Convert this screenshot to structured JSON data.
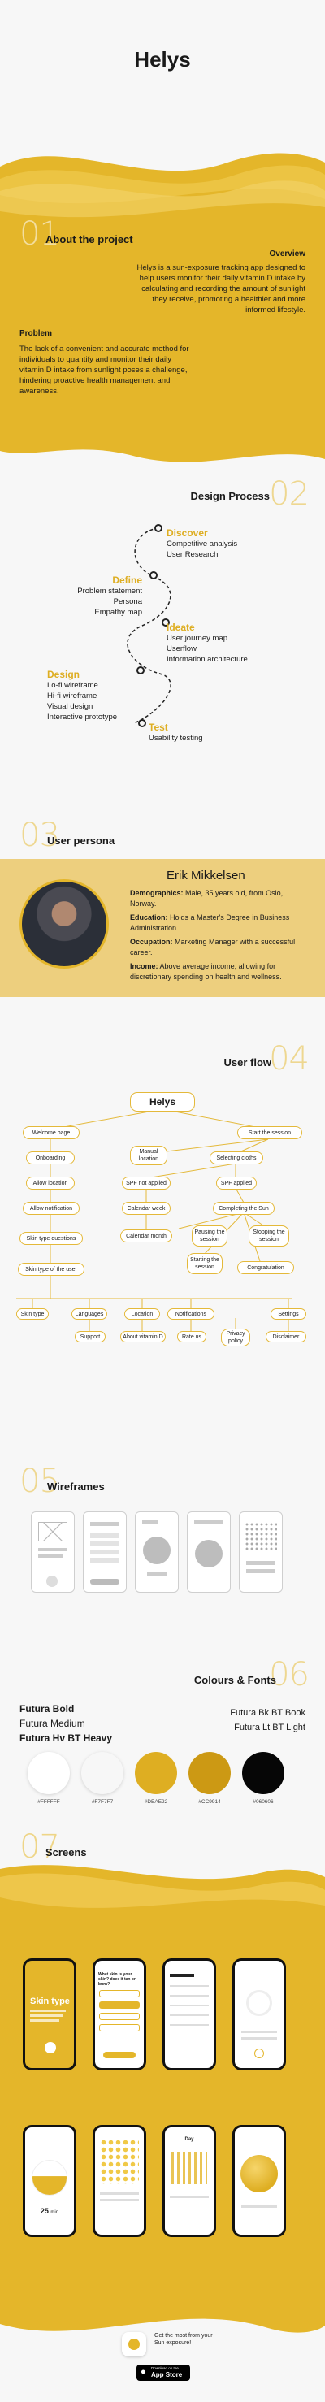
{
  "header": {
    "title": "Helys"
  },
  "about": {
    "num": "01",
    "title": "About the project",
    "overview_label": "Overview",
    "overview_text": "Helys is a sun-exposure tracking app designed to help users monitor their daily vitamin D intake by calculating and recording the amount of sunlight they receive, promoting a healthier and more informed lifestyle.",
    "problem_label": "Problem",
    "problem_text": "The lack of a convenient and accurate method for individuals to quantify and monitor their daily vitamin D intake from sunlight poses a challenge, hindering proactive health management and awareness."
  },
  "process": {
    "num": "02",
    "title": "Design Process",
    "steps": [
      {
        "name": "Discover",
        "items": [
          "Competitive analysis",
          "User Research"
        ]
      },
      {
        "name": "Define",
        "items": [
          "Problem statement",
          "Persona",
          "Empathy map"
        ]
      },
      {
        "name": "Ideate",
        "items": [
          "User journey map",
          "Userflow",
          "Information architecture"
        ]
      },
      {
        "name": "Design",
        "items": [
          "Lo-fi wireframe",
          "Hi-fi wireframe",
          "Visual design",
          "Interactive prototype"
        ]
      },
      {
        "name": "Test",
        "items": [
          "Usability testing"
        ]
      }
    ]
  },
  "persona": {
    "num": "03",
    "title": "User persona",
    "name": "Erik Mikkelsen",
    "fields": [
      {
        "label": "Demographics:",
        "value": "Male, 35 years old, from Oslo, Norway."
      },
      {
        "label": "Education:",
        "value": "Holds a Master's Degree in Business Administration."
      },
      {
        "label": "Occupation:",
        "value": "Marketing Manager with a successful career."
      },
      {
        "label": "Income:",
        "value": "Above average income, allowing for discretionary spending on health and wellness."
      }
    ]
  },
  "userflow": {
    "num": "04",
    "title": "User flow",
    "root": "Helys",
    "nodes": {
      "welcome": "Welcome page",
      "start": "Start the session",
      "onboarding": "Onboarding",
      "allow_loc": "Allow location",
      "allow_notif": "Allow notification",
      "skin_q": "Skin type questions",
      "skin_user": "Skin type of the user",
      "manual_loc": "Manual location",
      "clothes": "Selecting cloths",
      "spf_not": "SPF not applied",
      "spf": "SPF applied",
      "cal_week": "Calendar week",
      "cal_month": "Calendar month",
      "completing": "Completing the Sun",
      "pausing": "Pausing the session",
      "stopping": "Stopping the session",
      "starting": "Starting the session",
      "congrats": "Congratulation",
      "skin_type": "Skin type",
      "languages": "Languages",
      "location": "Location",
      "notifications": "Notifications",
      "settings": "Settings",
      "support": "Support",
      "about_vitd": "About vitamin D",
      "rate": "Rate us",
      "privacy": "Privacy policy",
      "disclaimer": "Disclaimer"
    }
  },
  "wireframes": {
    "num": "05",
    "title": "Wireframes"
  },
  "colours": {
    "num": "06",
    "title": "Colours & Fonts",
    "fonts_left": [
      "Futura Bold",
      "Futura Medium",
      "Futura Hv BT Heavy"
    ],
    "fonts_right": [
      "Futura Bk BT Book",
      "Futura Lt BT Light"
    ],
    "swatches": [
      {
        "hex": "#FFFFFF",
        "label": "#FFFFFF"
      },
      {
        "hex": "#F7F7F7",
        "label": "#F7F7F7"
      },
      {
        "hex": "#DEAE22",
        "label": "#DEAE22"
      },
      {
        "hex": "#CC9914",
        "label": "#CC9914"
      },
      {
        "hex": "#060606",
        "label": "#060606"
      }
    ]
  },
  "screens": {
    "num": "07",
    "title": "Screens",
    "skin_title": "Skin type",
    "q_title": "What skin is your skin? does it tan or burn?",
    "day_label": "Day",
    "timer": "25",
    "timer_unit": "min"
  },
  "cta": {
    "text": "Get the most from your Sun exposure!",
    "store_small": "Download on the",
    "store_big": "App Store"
  },
  "colors": {
    "accent": "#DEAE22",
    "accent_dark": "#CC9914",
    "bg": "#F7F7F7"
  }
}
